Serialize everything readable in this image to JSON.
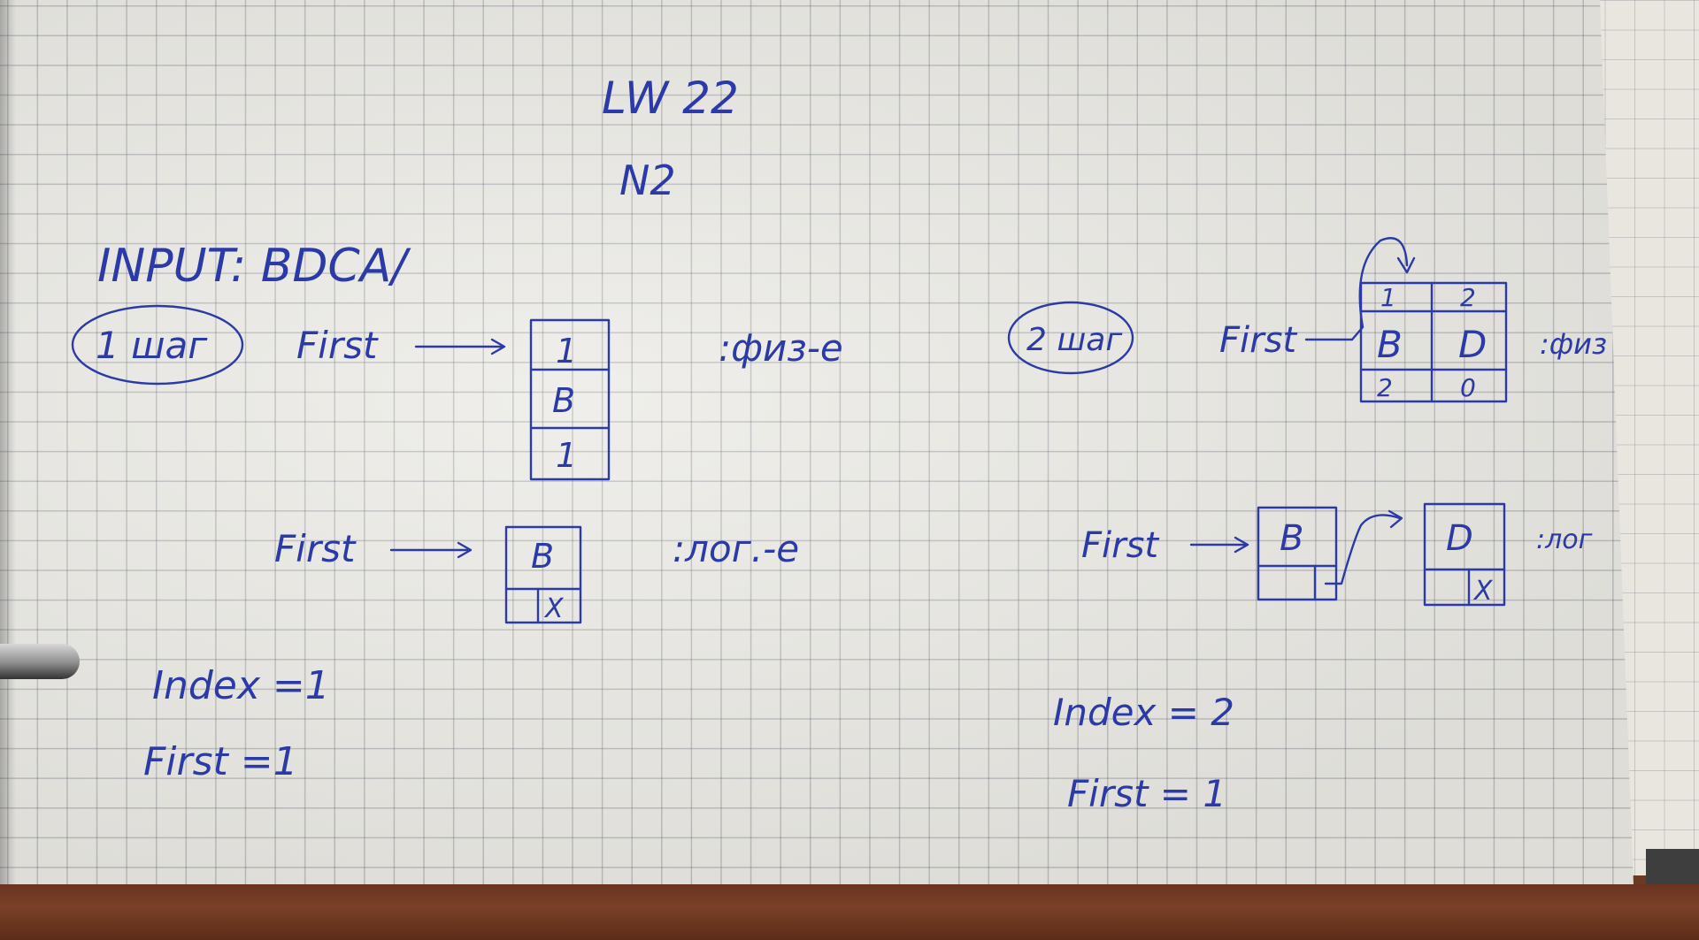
{
  "notebook": {
    "title": "LW 22",
    "task": "N2",
    "input_line": "INPUT: BDCA/",
    "step1": {
      "badge": "1 шаг",
      "physical": {
        "pointer_label": "First",
        "cells": [
          "1",
          "B",
          "1"
        ],
        "caption": ":физ-е"
      },
      "logical": {
        "pointer_label": "First",
        "value": "B",
        "terminator": "X",
        "caption": ":лог.-е"
      },
      "index_line": "Index =1",
      "first_line": "First =1"
    },
    "step2": {
      "badge": "2 шаг",
      "physical": {
        "pointer_label": "First",
        "header": [
          "1",
          "2"
        ],
        "values": [
          "B",
          "D"
        ],
        "links": [
          "2",
          "0"
        ],
        "caption": ":физ"
      },
      "logical": {
        "pointer_label": "First",
        "node1_value": "B",
        "node2_value": "D",
        "terminator": "X",
        "caption": ":лог"
      },
      "index_line": "Index = 2",
      "first_line": "First = 1"
    }
  },
  "colors": {
    "ink": "#2b3aa6",
    "paper": "#ecebe6",
    "desk": "#6b3a22"
  }
}
